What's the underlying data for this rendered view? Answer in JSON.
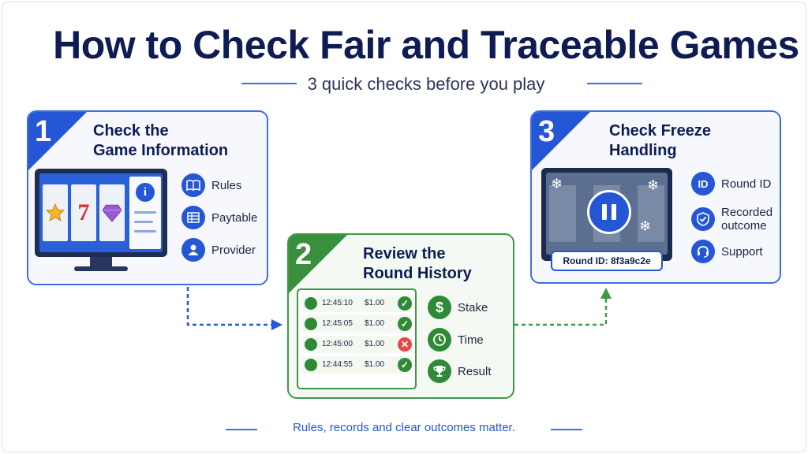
{
  "title": "How to Check Fair and Traceable Games",
  "subtitle": "3 quick checks before you play",
  "colors": {
    "blue": "#2456d6",
    "green": "#3a8f3f",
    "navy": "#0f1c54",
    "red": "#e5484d"
  },
  "steps": [
    {
      "number": "1",
      "title_line1": "Check the",
      "title_line2": "Game Information",
      "features": [
        {
          "icon": "book-icon",
          "label": "Rules"
        },
        {
          "icon": "table-icon",
          "label": "Paytable"
        },
        {
          "icon": "person-icon",
          "label": "Provider"
        }
      ],
      "screen_icons": [
        "star-icon",
        "seven-icon",
        "gem-icon",
        "info-icon"
      ],
      "seven_glyph": "7",
      "info_glyph": "i"
    },
    {
      "number": "2",
      "title_line1": "Review the",
      "title_line2": "Round History",
      "history": [
        {
          "time": "12:45:10",
          "amount": "$1.00",
          "status": "ok"
        },
        {
          "time": "12:45:05",
          "amount": "$1.00",
          "status": "ok"
        },
        {
          "time": "12:45:00",
          "amount": "$1.00",
          "status": "fail"
        },
        {
          "time": "12:44:55",
          "amount": "$1.00",
          "status": "ok"
        }
      ],
      "features": [
        {
          "icon": "dollar-icon",
          "label": "Stake",
          "glyph": "$"
        },
        {
          "icon": "clock-icon",
          "label": "Time"
        },
        {
          "icon": "trophy-icon",
          "label": "Result"
        }
      ]
    },
    {
      "number": "3",
      "title_line1": "Check Freeze",
      "title_line2": "Handling",
      "round_id": "Round ID: 8f3a9c2e",
      "features": [
        {
          "icon": "id-icon",
          "label": "Round ID",
          "glyph": "ID"
        },
        {
          "icon": "shield-check-icon",
          "label_line1": "Recorded",
          "label_line2": "outcome"
        },
        {
          "icon": "headset-icon",
          "label": "Support"
        }
      ]
    }
  ],
  "footer": "Rules, records and clear outcomes matter."
}
